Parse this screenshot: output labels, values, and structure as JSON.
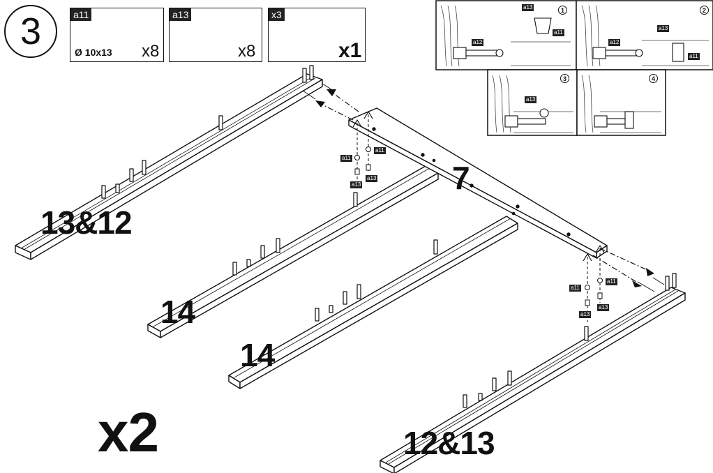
{
  "step": {
    "number": "3"
  },
  "parts": [
    {
      "tag": "a11",
      "dimension": "Ø 10x13",
      "quantity": "x8"
    },
    {
      "tag": "a13",
      "quantity": "x8"
    },
    {
      "tag": "x3",
      "quantity": "x1"
    }
  ],
  "details": [
    {
      "number": "1",
      "tags": [
        "a13",
        "a12",
        "a11"
      ]
    },
    {
      "number": "2",
      "tags": [
        "a13",
        "a12",
        "a11"
      ]
    },
    {
      "number": "3",
      "tags": [
        "a13"
      ]
    },
    {
      "number": "4",
      "tags": []
    }
  ],
  "labels": {
    "frame_7": "7",
    "rail_13_12": "13&12",
    "rail_14_a": "14",
    "rail_14_b": "14",
    "rail_12_13": "12&13",
    "multiplier": "x2"
  },
  "callouts": {
    "a11": "a11",
    "a13": "a13"
  },
  "colors": {
    "ink": "#111111",
    "tag_bg": "#222222",
    "wood_grain": "#444444"
  }
}
